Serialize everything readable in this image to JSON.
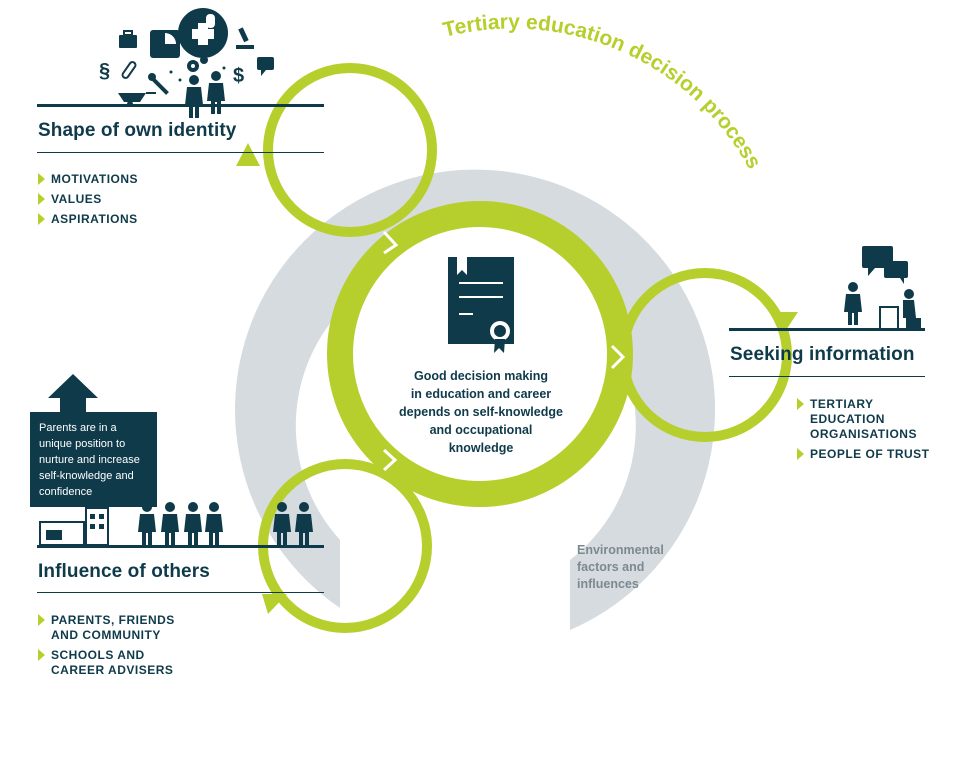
{
  "process_title": "Tertiary education decision process",
  "center": {
    "lines": [
      "Good decision making",
      "in education and career",
      "depends on self-knowledge",
      "and occupational",
      "knowledge"
    ]
  },
  "environment": {
    "lines": [
      "Environmental",
      "factors and",
      "influences"
    ]
  },
  "identity": {
    "heading": "Shape of own identity",
    "items": [
      "MOTIVATIONS",
      "VALUES",
      "ASPIRATIONS"
    ]
  },
  "seeking": {
    "heading": "Seeking information",
    "items": [
      [
        "TERTIARY",
        "EDUCATION",
        "ORGANISATIONS"
      ],
      [
        "PEOPLE OF TRUST"
      ]
    ]
  },
  "influence": {
    "heading": "Influence of others",
    "items": [
      [
        "PARENTS, FRIENDS",
        "AND COMMUNITY"
      ],
      [
        "SCHOOLS AND",
        "CAREER ADVISERS"
      ]
    ],
    "parent_note": [
      "Parents are in a",
      "unique position to",
      "nurture and increase",
      "self-knowledge and",
      "confidence"
    ]
  },
  "icons": [
    "briefcase-icon",
    "pie-chart-icon",
    "medical-cross-icon",
    "computer-mouse-icon",
    "microscope-icon",
    "section-sign-icon",
    "paperclip-icon",
    "wrench-icon",
    "gear-icon",
    "dollar-icon",
    "speech-bubble-icon",
    "wheelbarrow-icon",
    "person-icon",
    "certificate-icon",
    "chat-bubbles-icon",
    "laptop-user-icon",
    "up-arrow-icon",
    "school-building-icon",
    "family-icon"
  ],
  "colors": {
    "navy": "#0f3a4a",
    "lime": "#b7cf2d",
    "grey_band": "#d5dbdf",
    "environment_text": "#7c8a90"
  }
}
